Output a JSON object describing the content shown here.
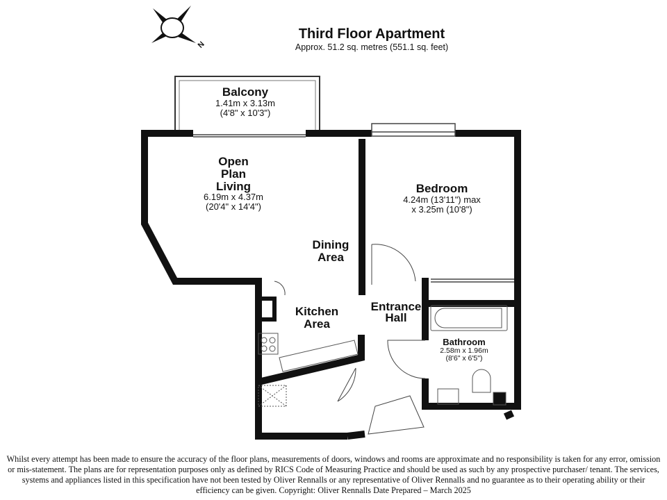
{
  "header": {
    "title": "Third Floor Apartment",
    "area": "Approx. 51.2 sq. metres (551.1 sq. feet)"
  },
  "compass": {
    "label": "N"
  },
  "rooms": {
    "balcony": {
      "name": "Balcony",
      "dim_m": "1.41m x 3.13m",
      "dim_ft": "(4'8\" x 10'3\")"
    },
    "living": {
      "name_1": "Open",
      "name_2": "Plan",
      "name_3": "Living",
      "dim_m": "6.19m x 4.37m",
      "dim_ft": "(20'4\" x 14'4\")"
    },
    "bedroom": {
      "name": "Bedroom",
      "dim_1": "4.24m (13'11\") max",
      "dim_2": "x 3.25m (10'8\")"
    },
    "dining": {
      "name_1": "Dining",
      "name_2": "Area"
    },
    "kitchen": {
      "name_1": "Kitchen",
      "name_2": "Area"
    },
    "hall": {
      "name_1": "Entrance",
      "name_2": "Hall"
    },
    "bathroom": {
      "name": "Bathroom",
      "dim_m": "2.58m x 1.96m",
      "dim_ft": "(8'6\" x 6'5\")"
    }
  },
  "disclaimer": "Whilst every attempt has been made to ensure the accuracy of the floor plans, measurements of doors, windows and rooms are approximate and no responsibility is taken for any error, omission or mis-statement. The plans are for representation purposes only as defined by RICS Code of Measuring Practice and should be used as such by any prospective purchaser/ tenant. The services, systems and appliances listed in this specification have not been tested by Oliver Rennalls or any representative of Oliver Rennalls and no guarantee as to their operating ability or their efficiency can be given. Copyright: Oliver Rennalls Date Prepared – March 2025"
}
